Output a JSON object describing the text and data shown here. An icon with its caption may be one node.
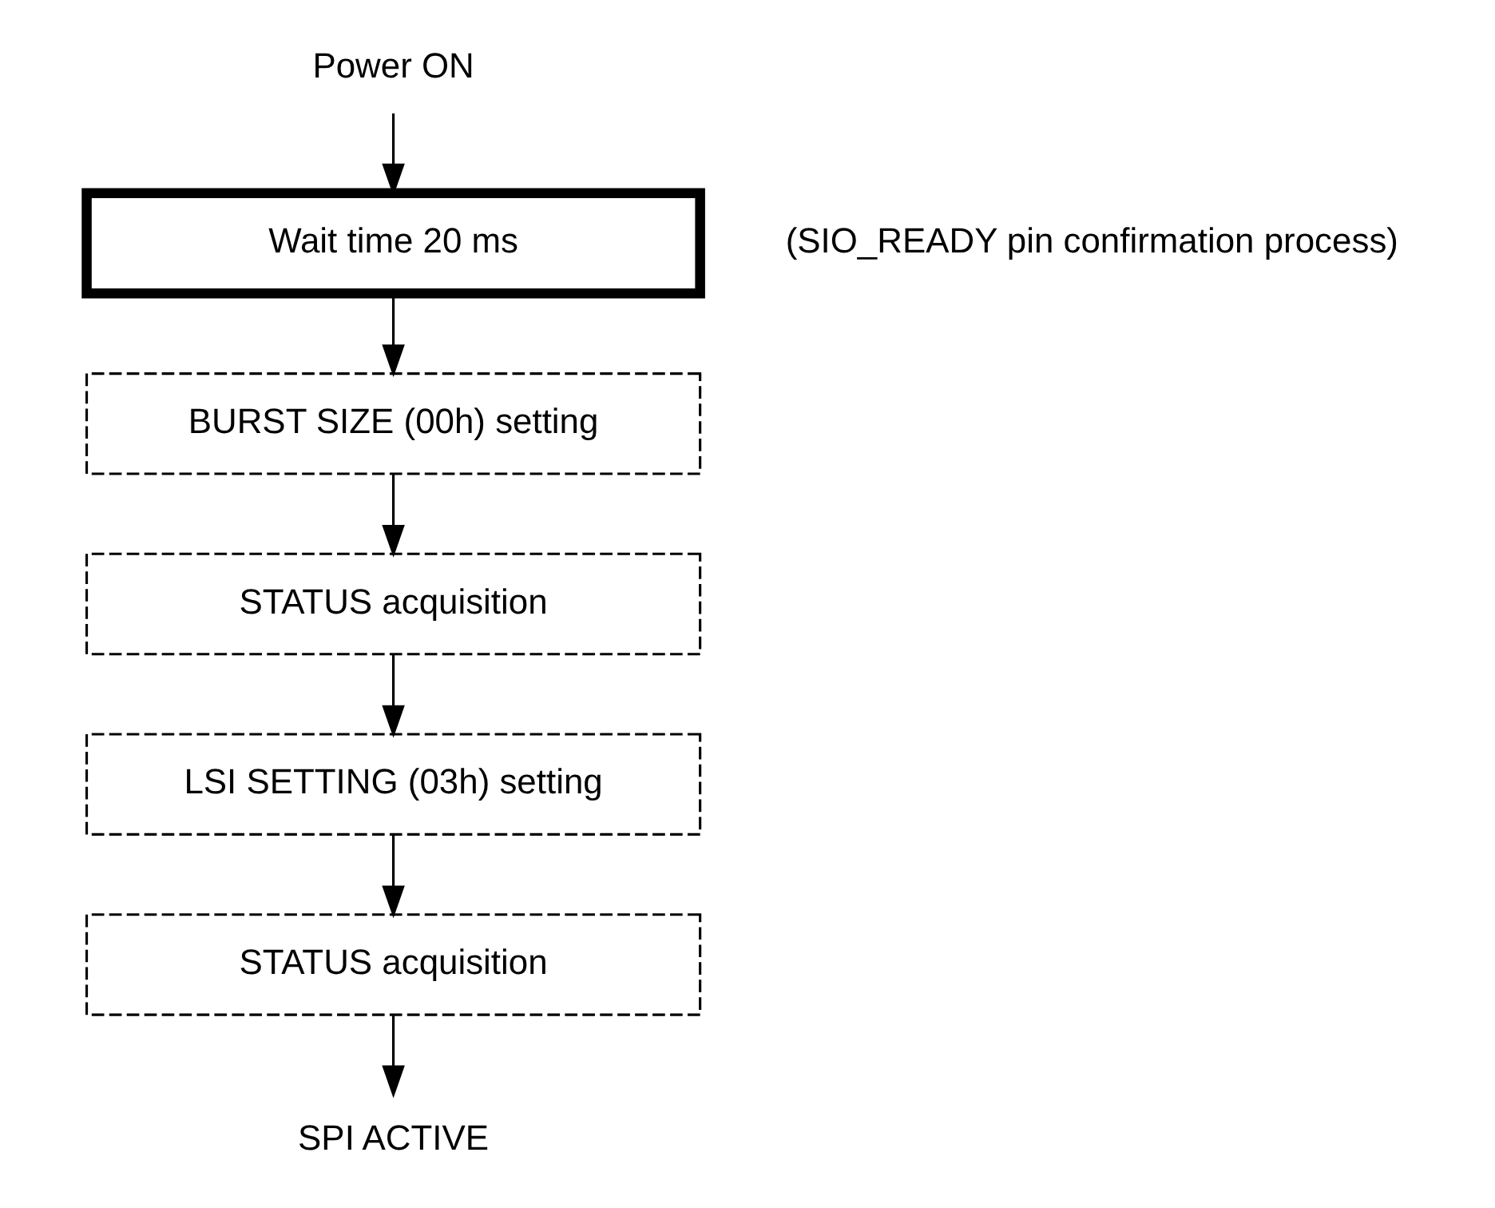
{
  "diagram": {
    "nodes": [
      {
        "text": [
          "Power ON"
        ]
      },
      {
        "text": [
          "Wait time 20 ms"
        ],
        "beside": [
          "(SIO_READY pin confirmation process)"
        ]
      },
      {
        "text": [
          "BURST SIZE (00h) setting"
        ]
      },
      {
        "text": [
          "STATUS acquisition"
        ]
      },
      {
        "text": [
          "LSI SETTING (03h) setting"
        ]
      },
      {
        "text": [
          "STATUS acquisition"
        ]
      },
      {
        "text": [
          "SPI ACTIVE"
        ]
      }
    ],
    "edges": [
      {
        "from": 0,
        "to": 1,
        "arrow": "to"
      },
      {
        "from": 1,
        "to": 2,
        "arrow": "to"
      },
      {
        "from": 2,
        "to": 3,
        "arrow": "to"
      },
      {
        "from": 3,
        "to": 4,
        "arrow": "to"
      },
      {
        "from": 4,
        "to": 5,
        "arrow": "to"
      },
      {
        "from": 5,
        "to": 6,
        "arrow": "to"
      }
    ]
  }
}
